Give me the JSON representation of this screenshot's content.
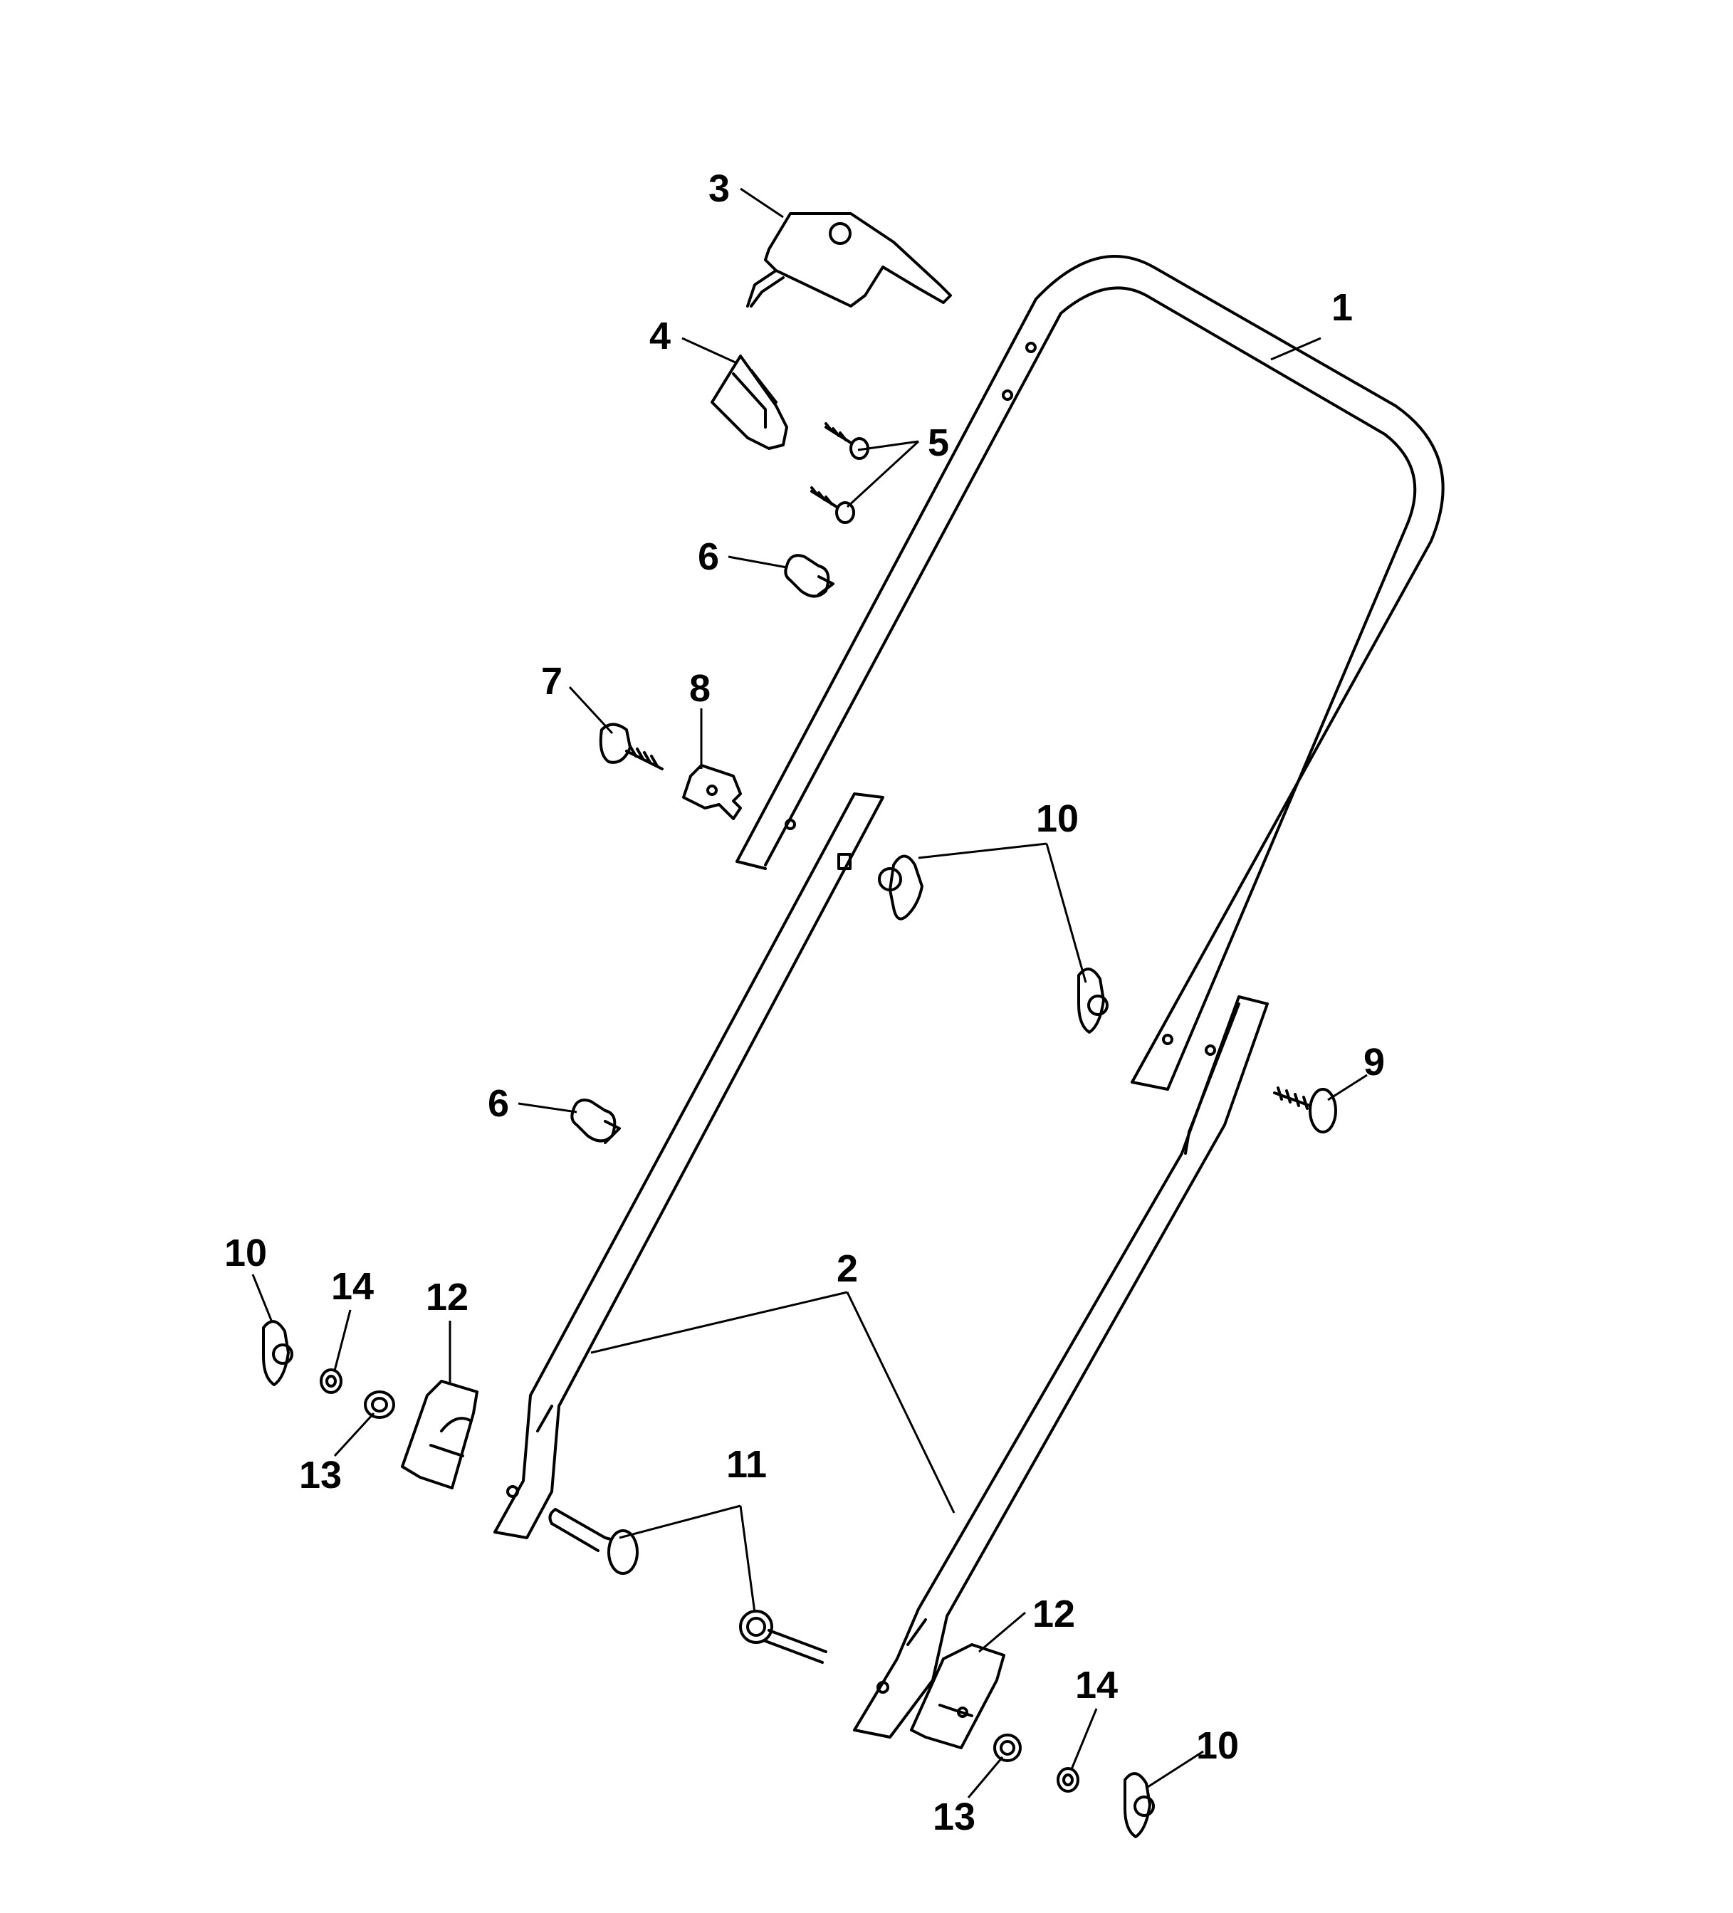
{
  "callouts": {
    "c1": "1",
    "c2": "2",
    "c3": "3",
    "c4": "4",
    "c5": "5",
    "c6a": "6",
    "c6b": "6",
    "c7": "7",
    "c8": "8",
    "c9": "9",
    "c10a": "10",
    "c10b": "10",
    "c10c": "10",
    "c11": "11",
    "c12a": "12",
    "c12b": "12",
    "c13a": "13",
    "c13b": "13",
    "c14a": "14",
    "c14b": "14"
  },
  "colors": {
    "line": "#000000",
    "background": "#ffffff"
  }
}
